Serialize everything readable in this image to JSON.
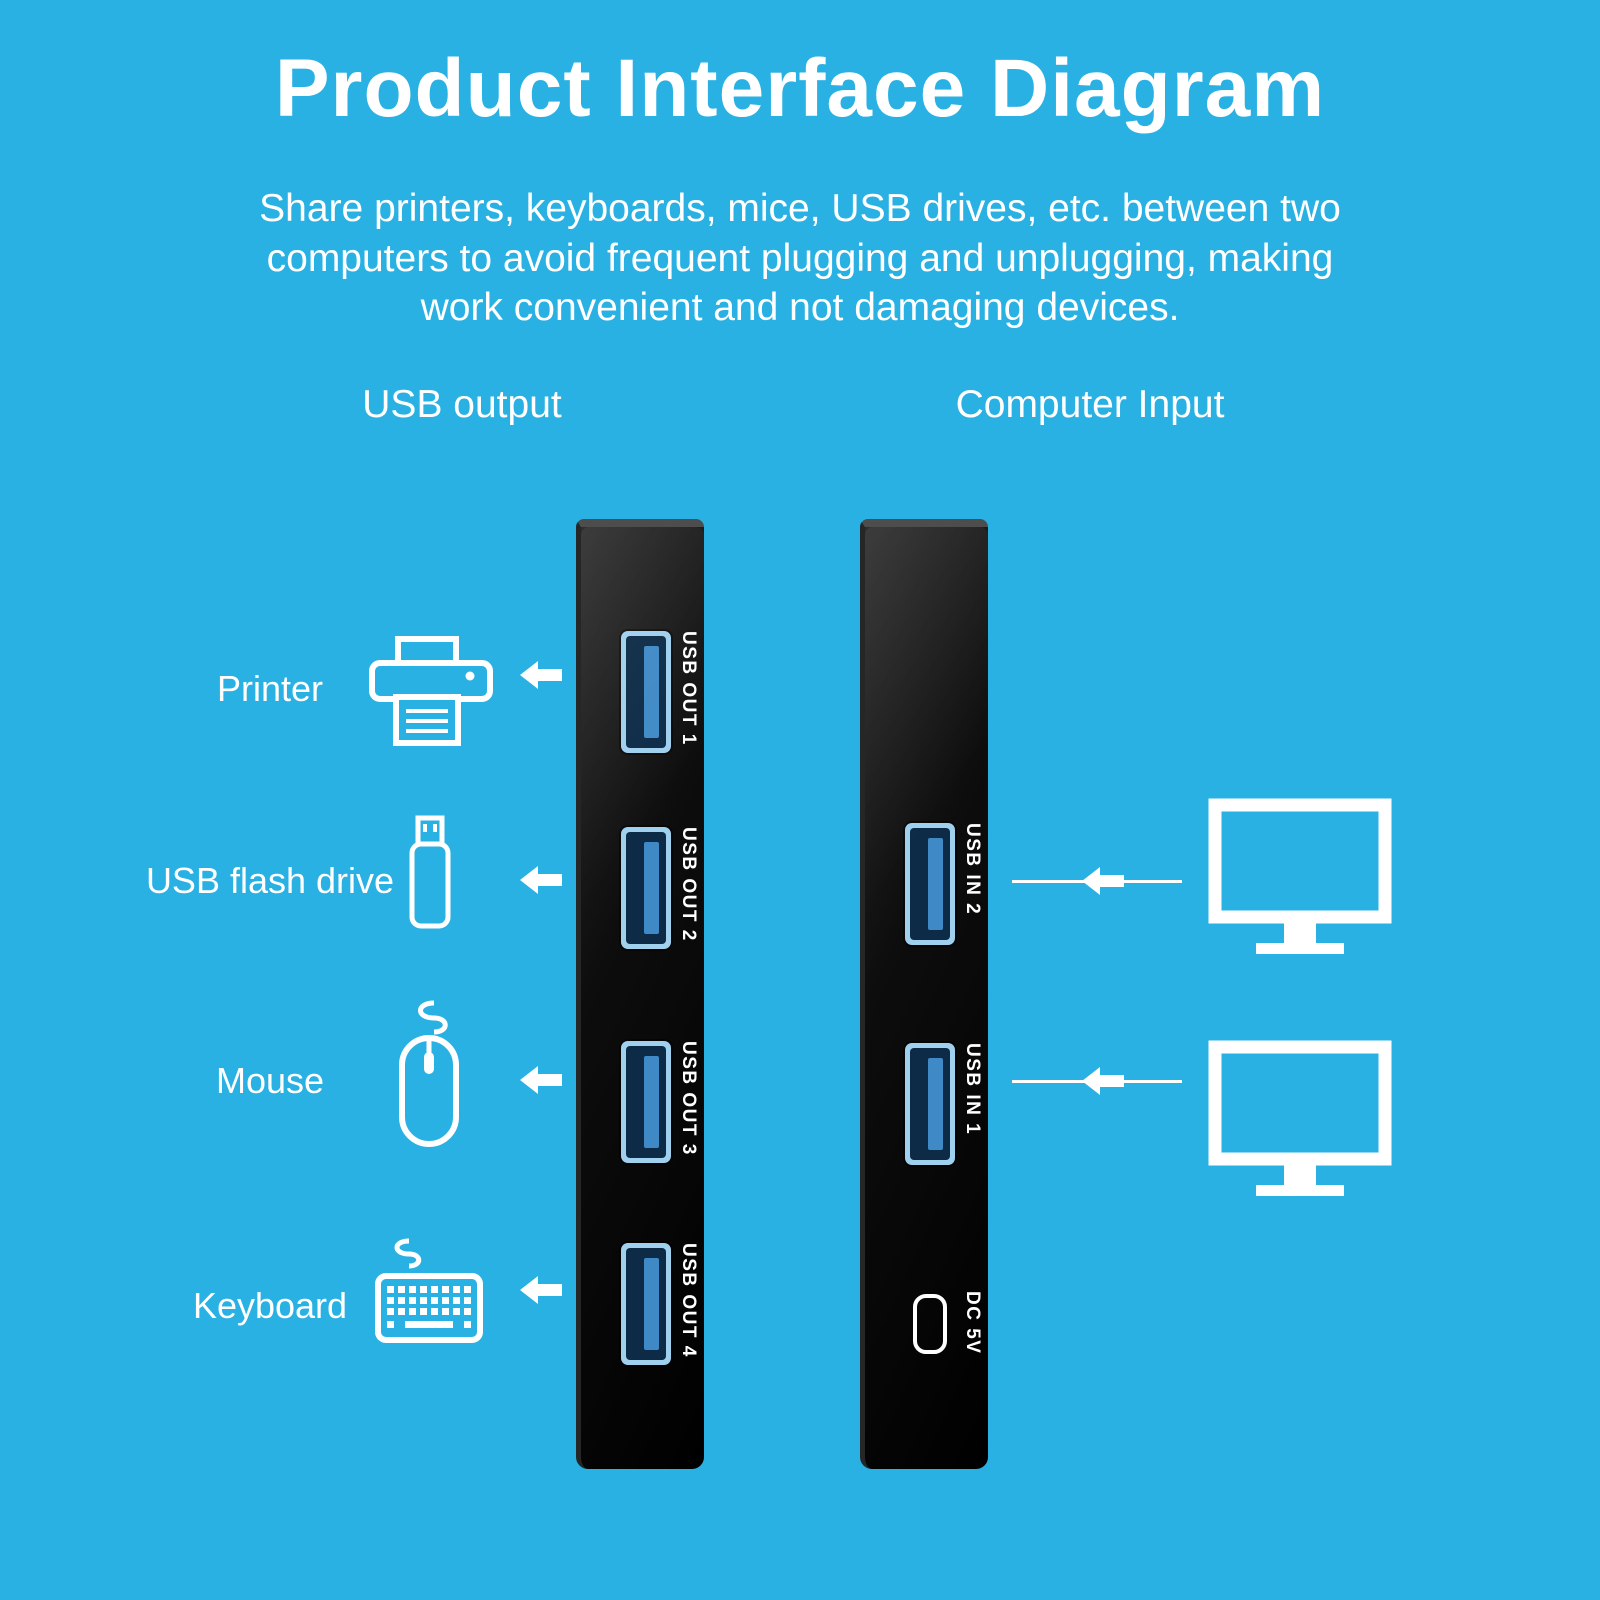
{
  "page": {
    "title": "Product Interface Diagram",
    "subtitle": "Share printers, keyboards, mice, USB drives, etc. between two computers to avoid frequent plugging and unplugging, making work convenient and not damaging devices."
  },
  "columns": {
    "left_label": "USB output",
    "right_label": "Computer Input"
  },
  "output_device": {
    "ports": [
      {
        "label": "USB OUT 1"
      },
      {
        "label": "USB OUT 2"
      },
      {
        "label": "USB OUT 3"
      },
      {
        "label": "USB OUT 4"
      }
    ]
  },
  "input_device": {
    "ports": [
      {
        "label": "USB IN 2"
      },
      {
        "label": "USB IN 1"
      }
    ],
    "power_port_label": "DC 5V"
  },
  "peripherals": [
    {
      "label": "Printer",
      "icon": "printer-icon"
    },
    {
      "label": "USB flash drive",
      "icon": "usb-flash-drive-icon"
    },
    {
      "label": "Mouse",
      "icon": "mouse-icon"
    },
    {
      "label": "Keyboard",
      "icon": "keyboard-icon"
    }
  ],
  "computers": [
    {
      "icon": "monitor-icon"
    },
    {
      "icon": "monitor-icon"
    }
  ],
  "colors": {
    "background": "#2ab1e3",
    "text": "#ffffff",
    "device_body": "#0d0d0d",
    "port_shell": "#9fd0ee",
    "port_cavity": "#0d2b47",
    "port_tongue": "#3f8ac6"
  }
}
